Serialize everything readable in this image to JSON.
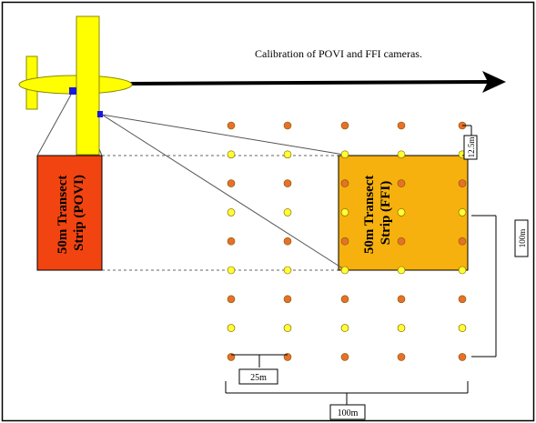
{
  "title": "Calibration of POVI and FFI cameras.",
  "strips": {
    "povi": {
      "line1": "50m Transect",
      "line2": "Strip (POVI)",
      "color": "#f24410"
    },
    "ffi": {
      "line1": "50m Transect",
      "line2": "Strip (FFI)",
      "color": "#f6b10e"
    }
  },
  "dimensions": {
    "dot_spacing": "12.5m",
    "grid_height": "100m",
    "column_spacing": "25m",
    "grid_width": "100m"
  },
  "colors": {
    "plane": "#ffff00",
    "plane_outline": "#8a8a00",
    "camera": "#1a1adf",
    "arrow": "#000000",
    "dot_orange": "#e8702a",
    "dot_yellow": "#ffff33"
  },
  "icons": {
    "plane": "aircraft-icon",
    "camera": "camera-icon",
    "arrow": "flight-direction-arrow-icon"
  }
}
